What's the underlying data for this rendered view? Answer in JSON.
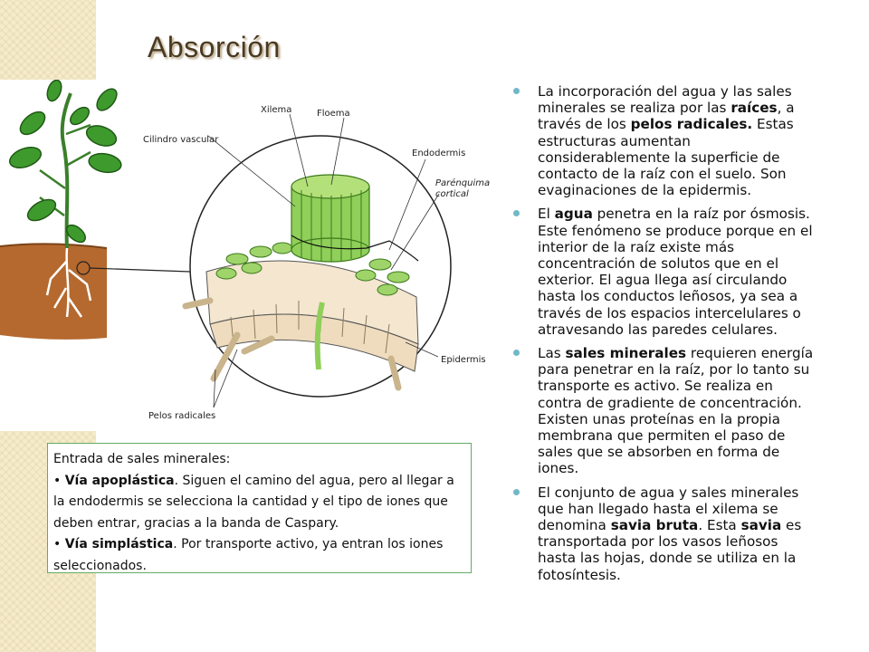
{
  "slide": {
    "title": "Absorción"
  },
  "illustration": {
    "labels": {
      "xilema": "Xilema",
      "floema": "Floema",
      "cilindro": "Cilindro vascular",
      "endodermis": "Endodermis",
      "parenquima_1": "Parénquima",
      "parenquima_2": "cortical",
      "epidermis": "Epidermis",
      "pelos": "Pelos radicales"
    }
  },
  "bullets": [
    {
      "segments": [
        {
          "t": "La incorporación del agua y las sales minerales se realiza por las "
        },
        {
          "t": "raíces",
          "b": true
        },
        {
          "t": ", a través de los "
        },
        {
          "t": "pelos radicales.",
          "b": true
        },
        {
          "t": " Estas estructuras aumentan considerablemente la superficie de contacto de la raíz con el suelo. Son evaginaciones de la epidermis."
        }
      ]
    },
    {
      "segments": [
        {
          "t": "El "
        },
        {
          "t": "agua",
          "b": true
        },
        {
          "t": " penetra en la raíz por ósmosis. Este fenómeno se produce porque en el interior de la raíz existe más concentración de solutos que en el exterior. El agua llega así circulando hasta los conductos leñosos, ya sea a través de los espacios intercelulares o atravesando las paredes celulares."
        }
      ]
    },
    {
      "segments": [
        {
          "t": "Las "
        },
        {
          "t": "sales minerales",
          "b": true
        },
        {
          "t": " requieren energía para penetrar en la raíz, por lo tanto su transporte es activo. Se realiza en contra de gradiente de concentración.  Existen unas proteínas en la propia membrana que permiten el paso de sales que se absorben en forma de iones."
        }
      ]
    },
    {
      "segments": [
        {
          "t": "El conjunto de agua y sales minerales que han llegado hasta el xilema se denomina "
        },
        {
          "t": "savia bruta",
          "b": true
        },
        {
          "t": ". Esta "
        },
        {
          "t": "savia",
          "b": true
        },
        {
          "t": " es transportada por los vasos leñosos hasta las hojas, donde se utiliza en la fotosíntesis."
        }
      ]
    }
  ],
  "callout": {
    "heading": "Entrada de sales minerales:",
    "items": [
      {
        "bullet": "•",
        "term": "Vía apoplástica",
        "text": ". Siguen el camino del agua, pero al llegar a la endodermis se selecciona la cantidad y el tipo de iones que deben entrar, gracias a la banda de Caspary."
      },
      {
        "bullet": "•",
        "term": "Vía simplástica",
        "text": ". Por transporte activo, ya entran los iones seleccionados."
      }
    ]
  },
  "colors": {
    "accent_bullet": "#70b8c8",
    "callout_border": "#66aa66",
    "band": "#f6eccb",
    "title": "#4a3a22",
    "leaf_green": "#3f9a2e",
    "vascular_green": "#8fcf5a",
    "cortex_tan": "#f4e6cf",
    "soil": "#b5692e"
  }
}
